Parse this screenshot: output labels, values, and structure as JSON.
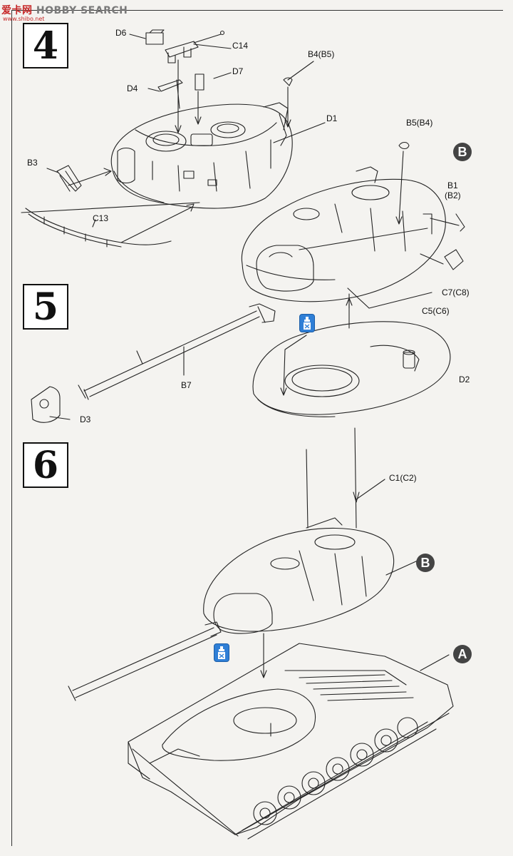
{
  "watermark": {
    "brand": "爱卡网",
    "site": "HOBBY SEARCH",
    "url": "www.shibo.net"
  },
  "steps": [
    {
      "number": "4"
    },
    {
      "number": "5"
    },
    {
      "number": "6"
    }
  ],
  "step4_labels": {
    "d6": "D6",
    "c14": "C14",
    "b4b5": "B4(B5)",
    "d7": "D7",
    "d4": "D4",
    "d1": "D1",
    "b3": "B3",
    "c13": "C13"
  },
  "step5_labels": {
    "b5b4": "B5(B4)",
    "b1": "B1",
    "b2": "(B2)",
    "c7c8": "C7(C8)",
    "c5c6": "C5(C6)",
    "b7": "B7",
    "d2": "D2",
    "d3": "D3"
  },
  "step6_labels": {
    "c1c2": "C1(C2)"
  },
  "badges": {
    "b_upper": "B",
    "b_lower": "B",
    "a": "A"
  },
  "icons": {
    "glue": "cement-bottle-icon",
    "glue_color": "#2f7fd6",
    "badge_color": "#444444"
  }
}
